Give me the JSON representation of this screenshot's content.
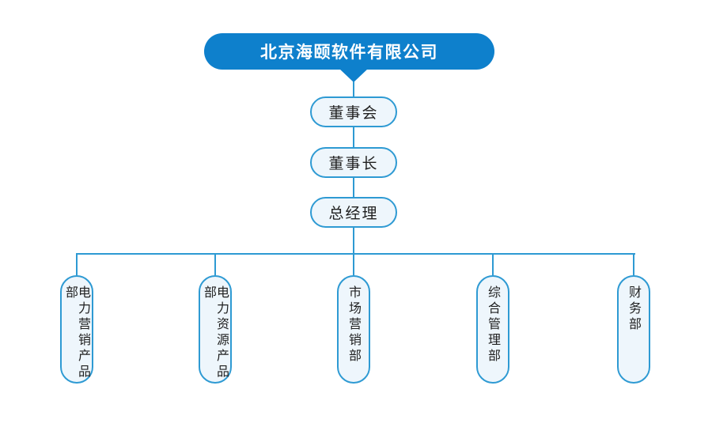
{
  "company": {
    "name": "北京海颐软件有限公司"
  },
  "chain": [
    {
      "label": "董事会"
    },
    {
      "label": "董事长"
    },
    {
      "label": "总经理"
    }
  ],
  "departments": [
    {
      "label": "电力营销产品部"
    },
    {
      "label": "电力资源产品部"
    },
    {
      "label": "市场营销部"
    },
    {
      "label": "综合管理部"
    },
    {
      "label": "财务部"
    }
  ],
  "colors": {
    "banner": "#0e80cc",
    "banner_text": "#ffffff",
    "node_fill": "#eef6fc",
    "node_border": "#2e9ad3",
    "connector": "#2e9ad3",
    "text": "#1f1f1f"
  }
}
